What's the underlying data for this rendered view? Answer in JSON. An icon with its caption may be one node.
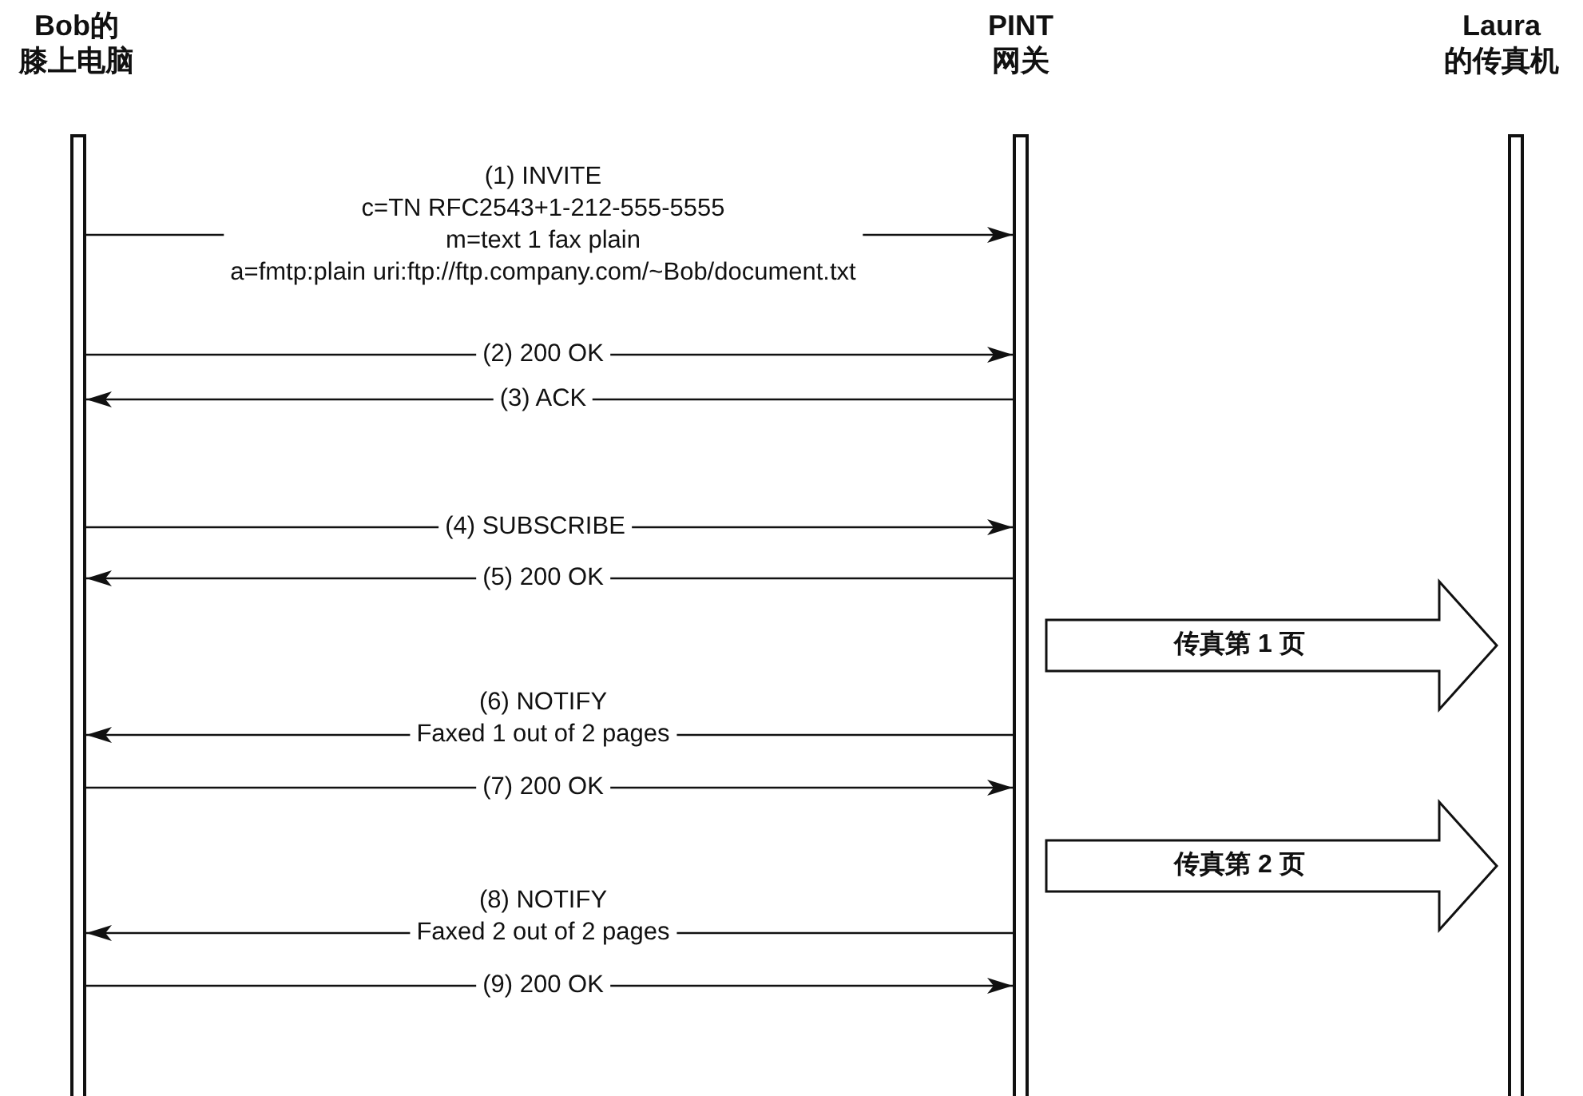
{
  "diagram": {
    "nodes": [
      {
        "text": [
          "Bob的膝上电脑"
        ]
      },
      {
        "text": [
          "PINT 网关"
        ]
      },
      {
        "text": [
          "Laura 的传真机"
        ]
      }
    ],
    "edges": [
      {
        "from": 0,
        "to": 1,
        "arrow": "to",
        "label": "(1) INVITE c=TN RFC2543+1-212-555-5555 m=text 1 fax plain a=fmtp:plain uri:ftp://ftp.company.com/~Bob/document.txt"
      },
      {
        "from": 0,
        "to": 1,
        "arrow": "to",
        "label": "(2) 200 OK"
      },
      {
        "from": 1,
        "to": 0,
        "arrow": "to",
        "label": "(3) ACK"
      },
      {
        "from": 0,
        "to": 1,
        "arrow": "to",
        "label": "(4) SUBSCRIBE"
      },
      {
        "from": 1,
        "to": 0,
        "arrow": "to",
        "label": "(5) 200 OK"
      },
      {
        "from": 1,
        "to": 0,
        "arrow": "to",
        "label": "(6) NOTIFY Faxed 1 out of 2 pages"
      },
      {
        "from": 0,
        "to": 1,
        "arrow": "to",
        "label": "(7) 200 OK"
      },
      {
        "from": 1,
        "to": 0,
        "arrow": "to",
        "label": "(8) NOTIFY Faxed 2 out of 2 pages"
      },
      {
        "from": 0,
        "to": 1,
        "arrow": "to",
        "label": "(9) 200 OK"
      },
      {
        "from": 1,
        "to": 2,
        "arrow": "to",
        "label": "传真第 1 页",
        "style": "thick"
      },
      {
        "from": 1,
        "to": 2,
        "arrow": "to",
        "label": "传真第 2 页",
        "style": "thick"
      }
    ]
  }
}
